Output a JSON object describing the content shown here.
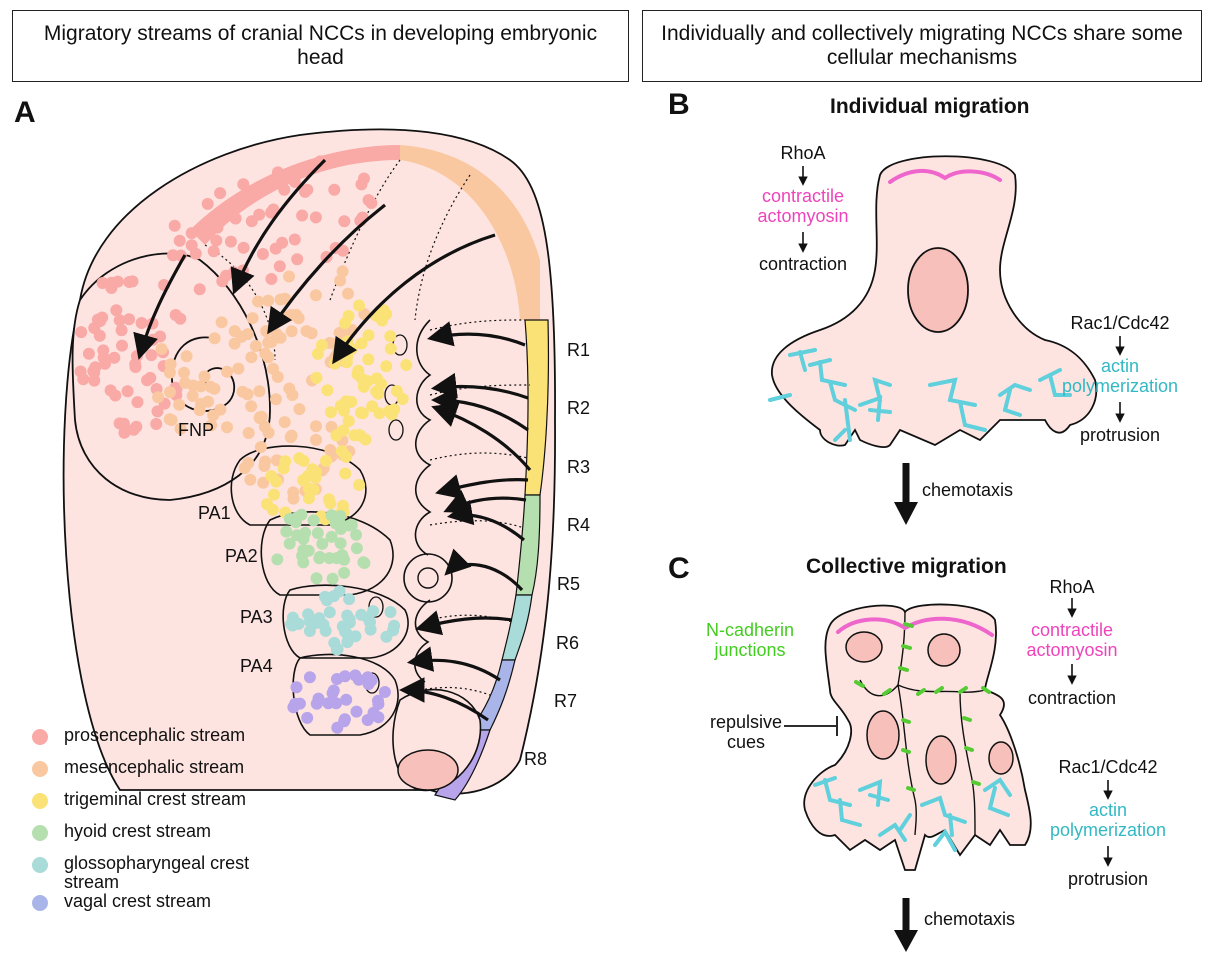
{
  "header": {
    "left_title": "Migratory streams of cranial NCCs in developing embryonic head",
    "right_title": "Individually and collectively migrating NCCs share some cellular mechanisms"
  },
  "panels": {
    "a": {
      "letter": "A"
    },
    "b": {
      "letter": "B",
      "title": "Individual migration"
    },
    "c": {
      "letter": "C",
      "title": "Collective migration"
    }
  },
  "embryo_labels": {
    "fnp": "FNP",
    "pharyngeal_arches": [
      "PA1",
      "PA2",
      "PA3",
      "PA4"
    ],
    "rhombomeres": [
      "R1",
      "R2",
      "R3",
      "R4",
      "R5",
      "R6",
      "R7",
      "R8"
    ]
  },
  "legend": [
    {
      "label": "prosencephalic stream",
      "color": "#f9a9a6"
    },
    {
      "label": "mesencephalic stream",
      "color": "#fac8a0"
    },
    {
      "label": "trigeminal crest stream",
      "color": "#fbe276"
    },
    {
      "label": "hyoid crest stream",
      "color": "#b6dfb0"
    },
    {
      "label": "glossopharyngeal crest stream",
      "color": "#a9dbd8"
    },
    {
      "label": "vagal crest stream",
      "color": "#a9b5e8"
    }
  ],
  "individual": {
    "rhoa": "RhoA",
    "contractile": "contractile actomyosin",
    "contraction": "contraction",
    "rac": "Rac1/Cdc42",
    "actin": "actin polymerization",
    "protrusion": "protrusion",
    "chemotaxis": "chemotaxis"
  },
  "collective": {
    "rhoa": "RhoA",
    "contractile": "contractile actomyosin",
    "contraction": "contraction",
    "ncad": "N-cadherin junctions",
    "repulsive": "repulsive cues",
    "rac": "Rac1/Cdc42",
    "actin": "actin polymerization",
    "protrusion": "protrusion",
    "chemotaxis": "chemotaxis"
  },
  "colors": {
    "cell_fill": "#fde4e1",
    "nucleus_fill": "#f7c0bb",
    "actomyosin": "#ee66cc",
    "actin": "#5fd0dc",
    "junction": "#55cc33"
  }
}
